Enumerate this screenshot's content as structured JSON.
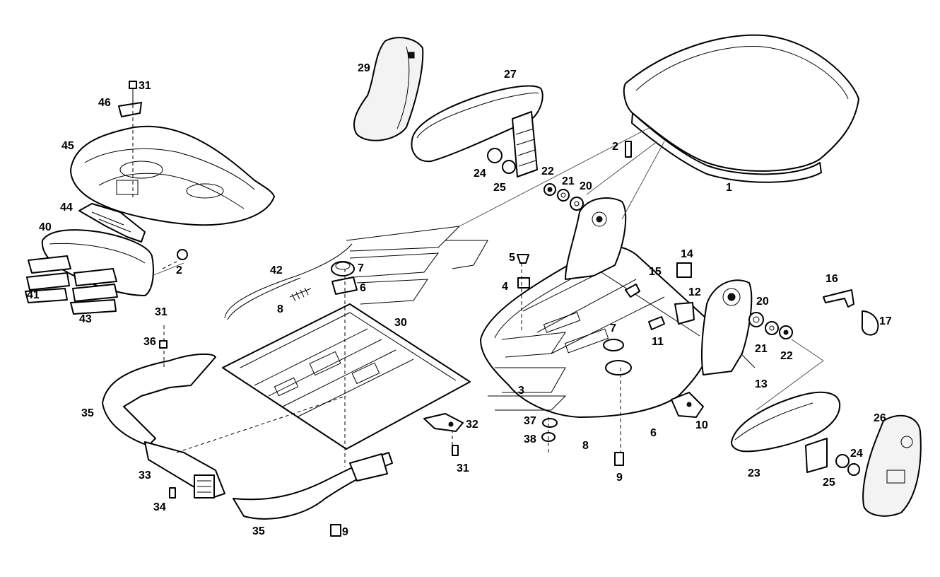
{
  "diagram": {
    "callouts": {
      "c1": "1",
      "c2a": "2",
      "c2b": "2",
      "c3": "3",
      "c4": "4",
      "c5": "5",
      "c6a": "6",
      "c6b": "6",
      "c7a": "7",
      "c7b": "7",
      "c8a": "8",
      "c8b": "8",
      "c9a": "9",
      "c9b": "9",
      "c10": "10",
      "c11": "11",
      "c12": "12",
      "c13": "13",
      "c14": "14",
      "c15": "15",
      "c16": "16",
      "c17": "17",
      "c20a": "20",
      "c20b": "20",
      "c21a": "21",
      "c21b": "21",
      "c22a": "22",
      "c22b": "22",
      "c23": "23",
      "c24a": "24",
      "c24b": "24",
      "c25a": "25",
      "c25b": "25",
      "c26": "26",
      "c27": "27",
      "c29": "29",
      "c30": "30",
      "c31a": "31",
      "c31b": "31",
      "c31c": "31",
      "c32": "32",
      "c33": "33",
      "c34": "34",
      "c35a": "35",
      "c35b": "35",
      "c36": "36",
      "c37": "37",
      "c38": "38",
      "c40": "40",
      "c41": "41",
      "c42": "42",
      "c43": "43",
      "c44": "44",
      "c45": "45",
      "c46": "46"
    }
  }
}
